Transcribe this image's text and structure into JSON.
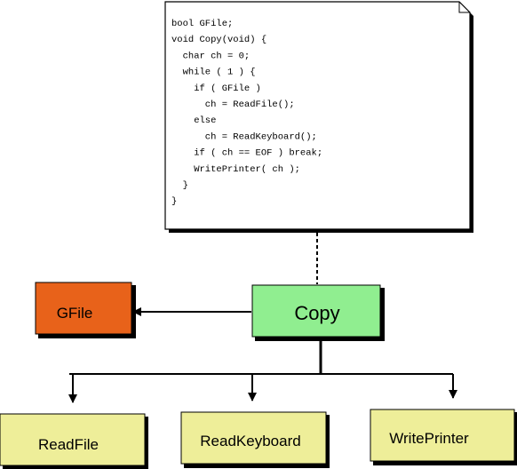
{
  "note": {
    "code_lines": [
      "bool GFile;",
      "void Copy(void) {",
      "  char ch = 0;",
      "  while ( 1 ) {",
      "    if ( GFile )",
      "      ch = ReadFile();",
      "    else",
      "      ch = ReadKeyboard();",
      "    if ( ch == EOF ) break;",
      "    WritePrinter( ch );",
      "  }",
      "}"
    ]
  },
  "nodes": {
    "copy": {
      "label": "Copy",
      "color": "#90EE90"
    },
    "gfile": {
      "label": "GFile",
      "color": "#E8621A"
    },
    "readfile": {
      "label": "ReadFile",
      "color": "#EEEE99"
    },
    "readkeyboard": {
      "label": "ReadKeyboard",
      "color": "#EEEE99"
    },
    "writeprinter": {
      "label": "WritePrinter",
      "color": "#EEEE99"
    }
  }
}
